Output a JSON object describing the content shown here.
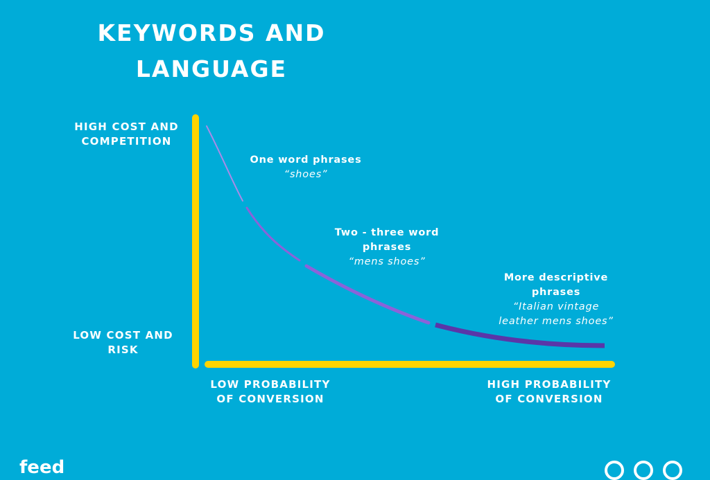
{
  "title": {
    "line1": "KEYWORDS AND",
    "line2": "LANGUAGE"
  },
  "y_axis": {
    "top_label": [
      "HIGH COST AND",
      "COMPETITION"
    ],
    "bottom_label": [
      "LOW COST AND",
      "RISK"
    ]
  },
  "x_axis": {
    "left_label": [
      "LOW PROBABILITY",
      "OF CONVERSION"
    ],
    "right_label": [
      "HIGH PROBABILITY",
      "OF CONVERSION"
    ]
  },
  "segments": [
    {
      "name_lines": [
        "One word phrases"
      ],
      "example": "“shoes”"
    },
    {
      "name_lines": [
        "Two - three word",
        "phrases"
      ],
      "example": "“mens shoes”"
    },
    {
      "name_lines": [
        "More descriptive",
        "phrases"
      ],
      "example_lines": [
        "“Italian vintage",
        "leather mens shoes”"
      ]
    }
  ],
  "brand": {
    "logo_text": "feed"
  },
  "colors": {
    "background": "#00acd8",
    "axis": "#ffd400",
    "text": "#ffffff",
    "curve_light": "#a98be8",
    "curve_mid": "#8b63d9",
    "curve_dark": "#5a36a8"
  },
  "icons": [
    "pagination-dots-icon"
  ]
}
